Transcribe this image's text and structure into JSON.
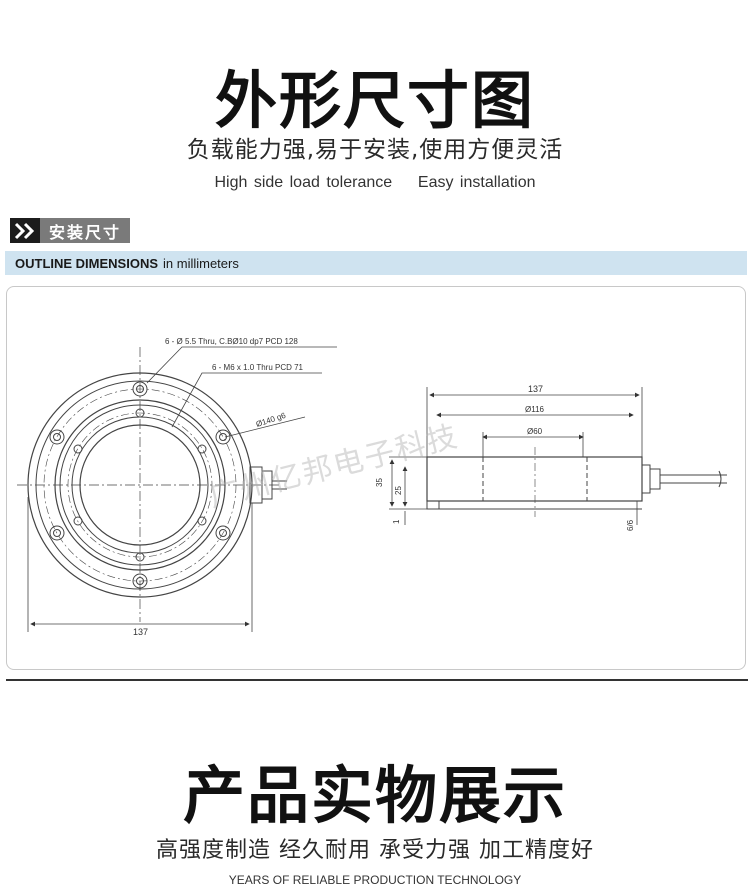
{
  "section1": {
    "title": "外形尺寸图",
    "subtitle_cn": "负载能力强,易于安装,使用方便灵活",
    "subtitle_en": "High side load tolerance    Easy installation"
  },
  "tag": {
    "label": "安装尺寸"
  },
  "outline": {
    "heading": "OUTLINE DIMENSIONS",
    "unit": "in millimeters"
  },
  "drawing": {
    "front": {
      "callout1": "6 - Ø 5.5 Thru, C.BØ10 dp7 PCD 128",
      "callout2": "6 - M6 x 1.0 Thru PCD 71",
      "diameter": "Ø140 g6",
      "width": "137"
    },
    "side": {
      "length": "137",
      "d116": "Ø116",
      "d60": "Ø60",
      "h35": "35",
      "h25": "25",
      "h1": "1",
      "h6": "6/6"
    },
    "watermark": "广州亿邦电子科技"
  },
  "section2": {
    "title": "产品实物展示",
    "subtitle_cn": "高强度制造 经久耐用 承受力强 加工精度好",
    "subtitle_en": "YEARS OF RELIABLE PRODUCTION TECHNOLOGY"
  },
  "colors": {
    "blue_bar": "#cfe3f0",
    "tag_dark": "#1c1c1c",
    "tag_gray": "#7a7a7a"
  }
}
